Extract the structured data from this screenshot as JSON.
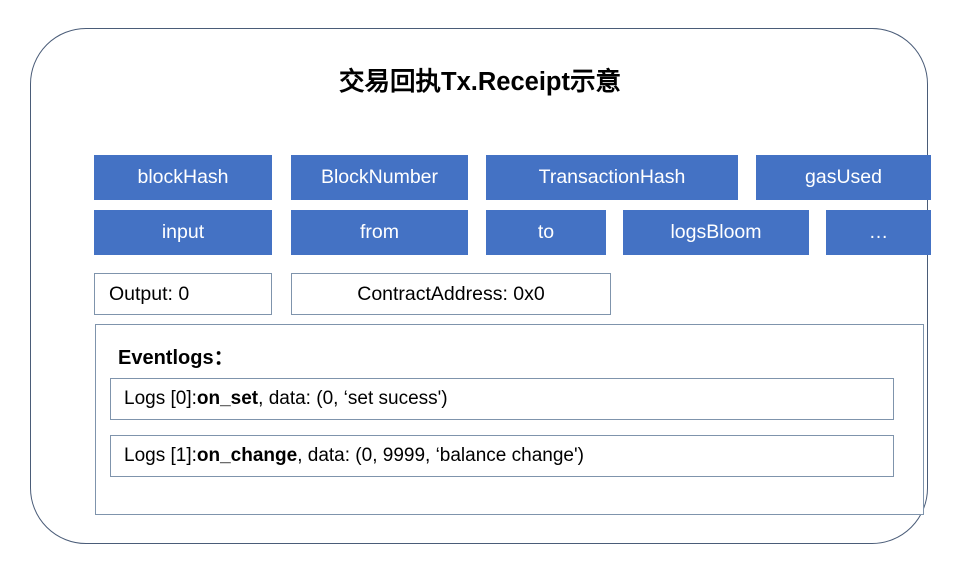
{
  "title": "交易回执Tx.Receipt示意",
  "colors": {
    "field_fill": "#4472C4",
    "field_text": "#FFFFFF",
    "outline": "#4A5C78",
    "box_outline": "#7F94AC",
    "text": "#000000",
    "background": "#FFFFFF"
  },
  "fields": {
    "row1": [
      {
        "label": "blockHash"
      },
      {
        "label": "BlockNumber"
      },
      {
        "label": "TransactionHash"
      },
      {
        "label": "gasUsed"
      }
    ],
    "row2": [
      {
        "label": "input"
      },
      {
        "label": "from"
      },
      {
        "label": "to"
      },
      {
        "label": "logsBloom"
      },
      {
        "label": "…"
      }
    ],
    "row3": [
      {
        "label": "Output:  0"
      },
      {
        "label": "ContractAddress: 0x0"
      }
    ]
  },
  "eventlogs": {
    "title": "Eventlogs：",
    "entries": [
      {
        "prefix": "Logs [0]: ",
        "event": "on_set",
        "suffix": " , data: (0, ‘set sucess')"
      },
      {
        "prefix": "Logs [1]: ",
        "event": "on_change",
        "suffix": " , data: (0, 9999, ‘balance change')"
      }
    ]
  }
}
